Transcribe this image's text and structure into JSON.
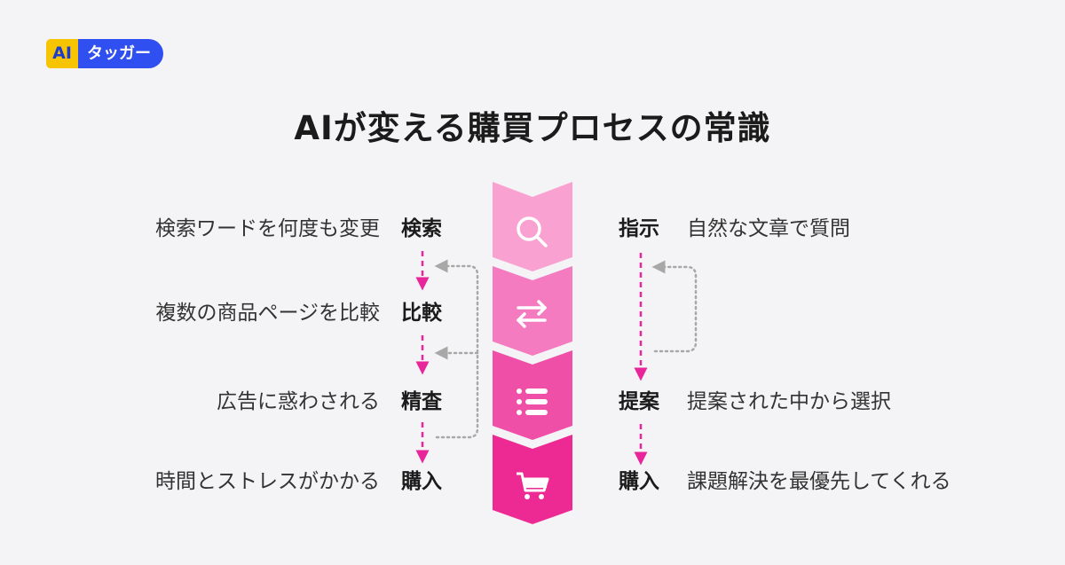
{
  "logo": {
    "ai": "AI",
    "name": "タッガー"
  },
  "title": "AIが変える購買プロセスの常識",
  "left": {
    "steps": [
      {
        "label": "検索",
        "desc": "検索ワードを何度も変更"
      },
      {
        "label": "比較",
        "desc": "複数の商品ページを比較"
      },
      {
        "label": "精査",
        "desc": "広告に惑わされる"
      },
      {
        "label": "購入",
        "desc": "時間とストレスがかかる"
      }
    ]
  },
  "right": {
    "steps": [
      {
        "label": "指示",
        "desc": "自然な文章で質問"
      },
      {
        "label": "提案",
        "desc": "提案された中から選択"
      },
      {
        "label": "購入",
        "desc": "課題解決を最優先してくれる"
      }
    ]
  },
  "stages": [
    {
      "icon": "search-icon",
      "color": "#f9a2d2"
    },
    {
      "icon": "exchange-icon",
      "color": "#f47bbf"
    },
    {
      "icon": "list-icon",
      "color": "#f04fa8"
    },
    {
      "icon": "cart-icon",
      "color": "#ed2a93"
    }
  ],
  "colors": {
    "arrow": "#e8259a",
    "loop": "#a8a8a8"
  }
}
